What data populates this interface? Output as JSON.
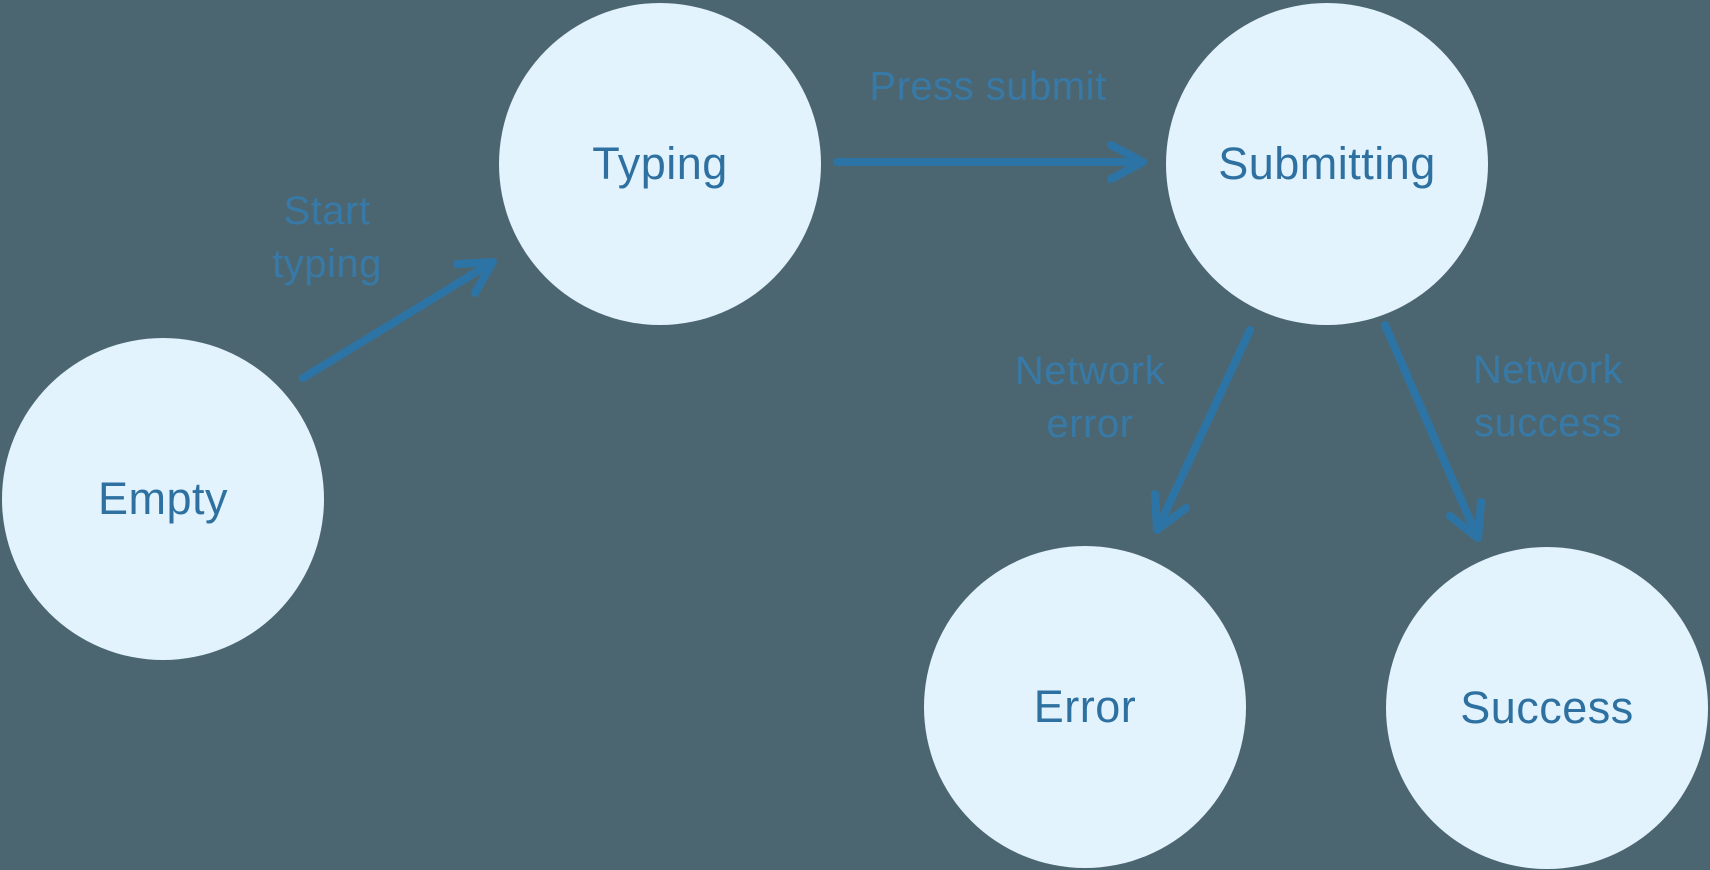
{
  "diagram_type": "state-machine",
  "states": [
    {
      "id": "empty",
      "label": "Empty"
    },
    {
      "id": "typing",
      "label": "Typing"
    },
    {
      "id": "submitting",
      "label": "Submitting"
    },
    {
      "id": "error",
      "label": "Error"
    },
    {
      "id": "success",
      "label": "Success"
    }
  ],
  "transitions": [
    {
      "id": "start-typing",
      "label": "Start typing",
      "from": "empty",
      "to": "typing"
    },
    {
      "id": "press-submit",
      "label": "Press submit",
      "from": "typing",
      "to": "submitting"
    },
    {
      "id": "network-error",
      "label": "Network error",
      "from": "submitting",
      "to": "error"
    },
    {
      "id": "network-success",
      "label": "Network success",
      "from": "submitting",
      "to": "success"
    }
  ],
  "colors": {
    "background": "#4c6671",
    "node_fill": "#e2f3fd",
    "node_text": "#2e71a1",
    "arrow": "#2d74a6",
    "label_text": "#3779a7"
  }
}
